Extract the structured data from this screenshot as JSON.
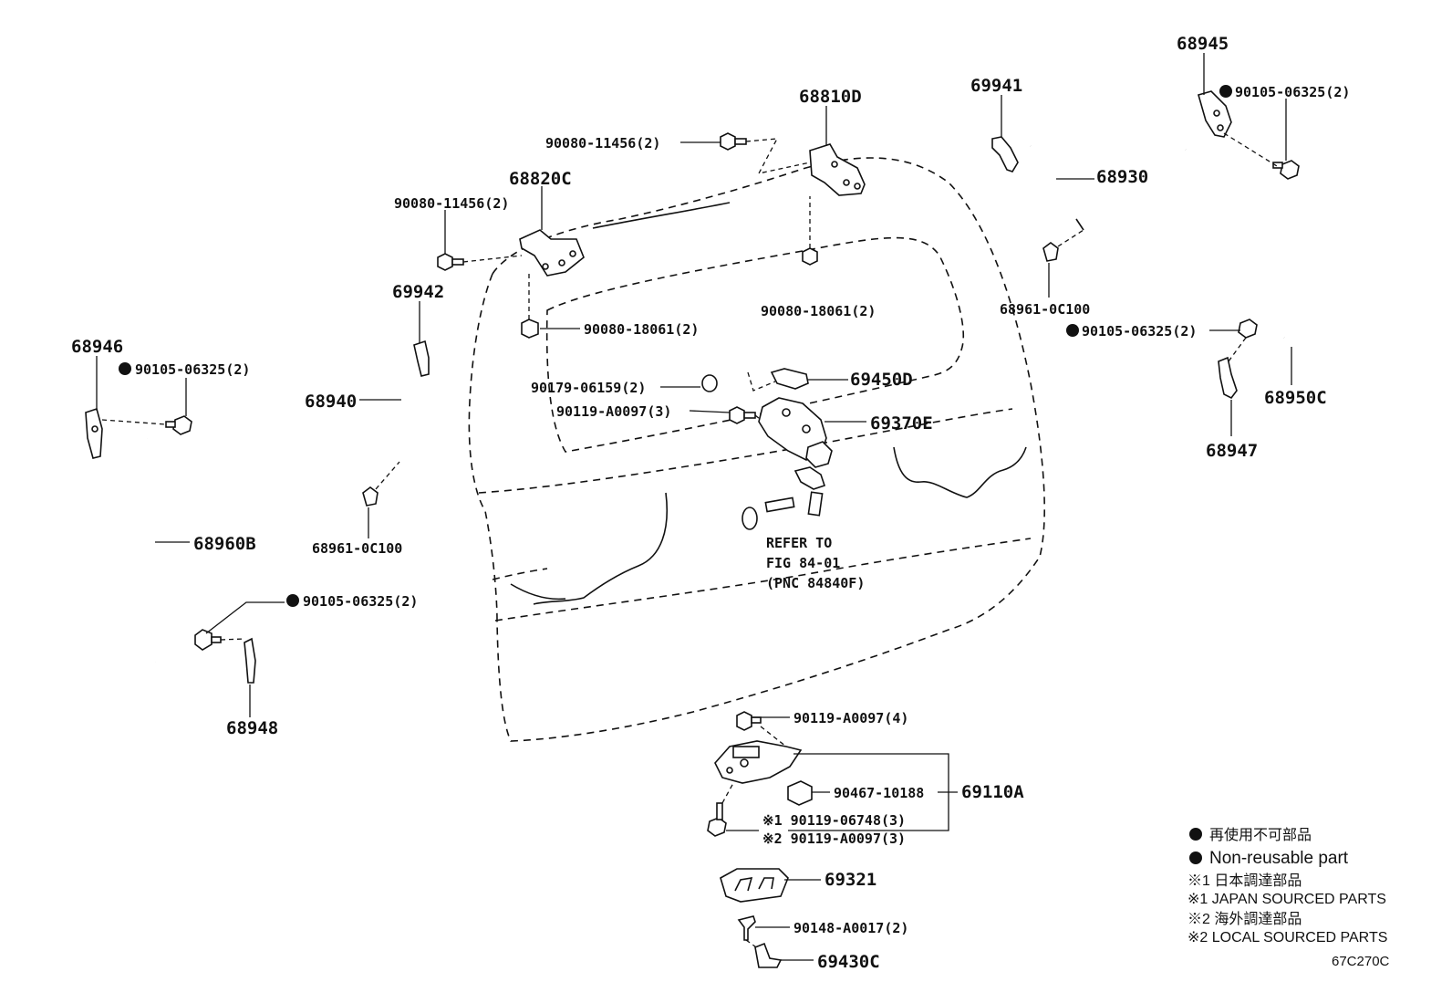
{
  "labels": {
    "p68945": "68945",
    "p68945_bolt": "90105-06325(2)",
    "p69941": "69941",
    "p68810D": "68810D",
    "p68930": "68930",
    "p90080_11456_top": "90080-11456(2)",
    "p68820C": "68820C",
    "p90080_11456_left": "90080-11456(2)",
    "p90080_18061_right": "90080-18061(2)",
    "p68961_right": "68961-0C100",
    "p68950_bolt": "90105-06325(2)",
    "p68950C": "68950C",
    "p68947": "68947",
    "p69942": "69942",
    "p90080_18061_left": "90080-18061(2)",
    "p68946": "68946",
    "p68946_bolt": "90105-06325(2)",
    "p68940": "68940",
    "p90179": "90179-06159(2)",
    "p69450D": "69450D",
    "p90119_3": "90119-A0097(3)",
    "p69370E": "69370E",
    "p68961_left": "68961-0C100",
    "refer_1": "REFER TO",
    "refer_2": "FIG 84-01",
    "refer_3": "(PNC 84840F)",
    "p68960B": "68960B",
    "p68948_bolt": "90105-06325(2)",
    "p68948": "68948",
    "p90119_4": "90119-A0097(4)",
    "p90467": "90467-10188",
    "p69110A": "69110A",
    "p90119_06748": "※1 90119-06748(3)",
    "p90119_a0097_3b": "※2 90119-A0097(3)",
    "p69321": "69321",
    "p90148": "90148-A0017(2)",
    "p69430C": "69430C"
  },
  "legend": {
    "nonreusable_jp": "再使用不可部品",
    "nonreusable_en": "Non-reusable part",
    "japan_jp": "※1 日本調達部品",
    "japan_en": "※1 JAPAN SOURCED PARTS",
    "local_jp": "※2 海外調達部品",
    "local_en": "※2 LOCAL SOURCED PARTS"
  },
  "figure_code": "67C270C"
}
